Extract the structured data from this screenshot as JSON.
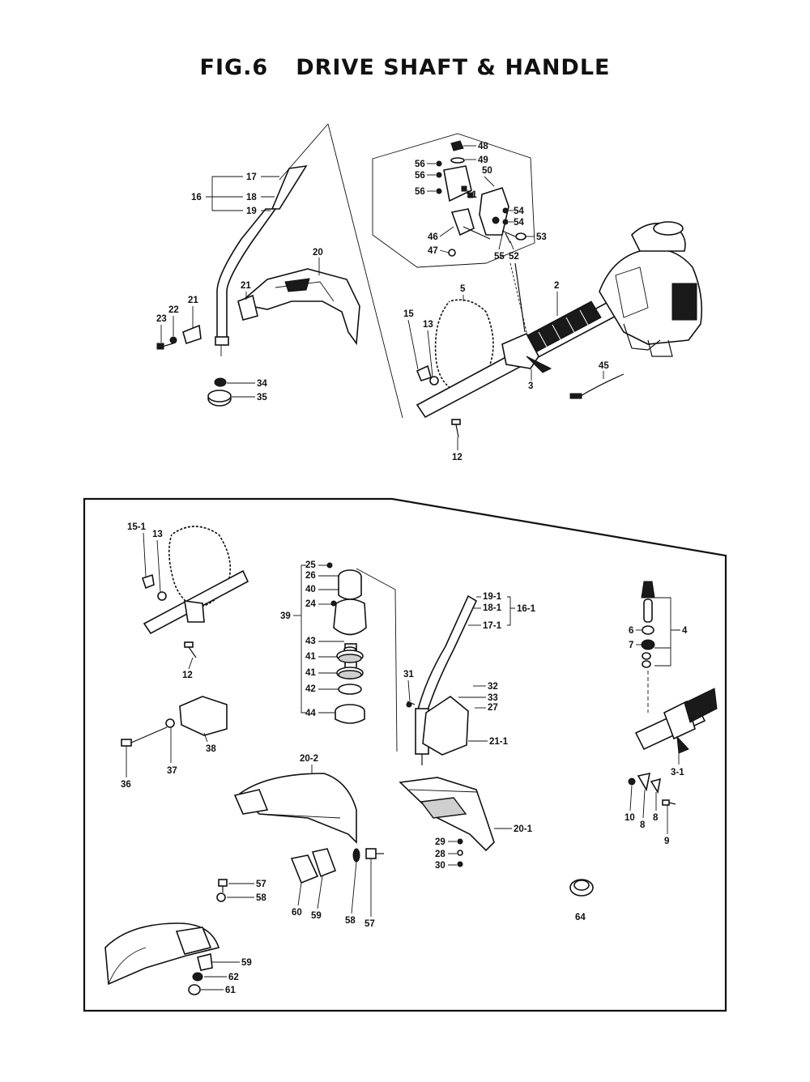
{
  "title": {
    "fig": "FIG.6",
    "name": "DRIVE SHAFT & HANDLE"
  },
  "labels": {
    "p2": "2",
    "p3": "3",
    "p5": "5",
    "p12a": "12",
    "p13a": "13",
    "p15": "15",
    "p16": "16",
    "p17": "17",
    "p18": "18",
    "p19": "19",
    "p20": "20",
    "p21a": "21",
    "p21b": "21",
    "p22": "22",
    "p23": "23",
    "p34": "34",
    "p35": "35",
    "p45": "45",
    "p46": "46",
    "p47": "47",
    "p48": "48",
    "p49": "49",
    "p50": "50",
    "p51": "51",
    "p52": "52",
    "p53": "53",
    "p54a": "54",
    "p54b": "54",
    "p55": "55",
    "p56a": "56",
    "p56b": "56",
    "p56c": "56",
    "p15_1": "15-1",
    "p13b": "13",
    "p12b": "12",
    "p36": "36",
    "p37": "37",
    "p38": "38",
    "p25": "25",
    "p26": "26",
    "p40": "40",
    "p24": "24",
    "p39": "39",
    "p43": "43",
    "p41a": "41",
    "p41b": "41",
    "p42": "42",
    "p44": "44",
    "p19_1": "19-1",
    "p18_1": "18-1",
    "p17_1": "17-1",
    "p16_1": "16-1",
    "p31": "31",
    "p32": "32",
    "p33": "33",
    "p27": "27",
    "p21_1": "21-1",
    "p20_2": "20-2",
    "p20_1": "20-1",
    "p29": "29",
    "p28": "28",
    "p30": "30",
    "p4": "4",
    "p6": "6",
    "p7": "7",
    "p3_1": "3-1",
    "p10": "10",
    "p8a": "8",
    "p8b": "8",
    "p9": "9",
    "p57a": "57",
    "p58a": "58",
    "p60": "60",
    "p59a": "59",
    "p58b": "58",
    "p57b": "57",
    "p59b": "59",
    "p62": "62",
    "p61": "61",
    "p64": "64"
  }
}
